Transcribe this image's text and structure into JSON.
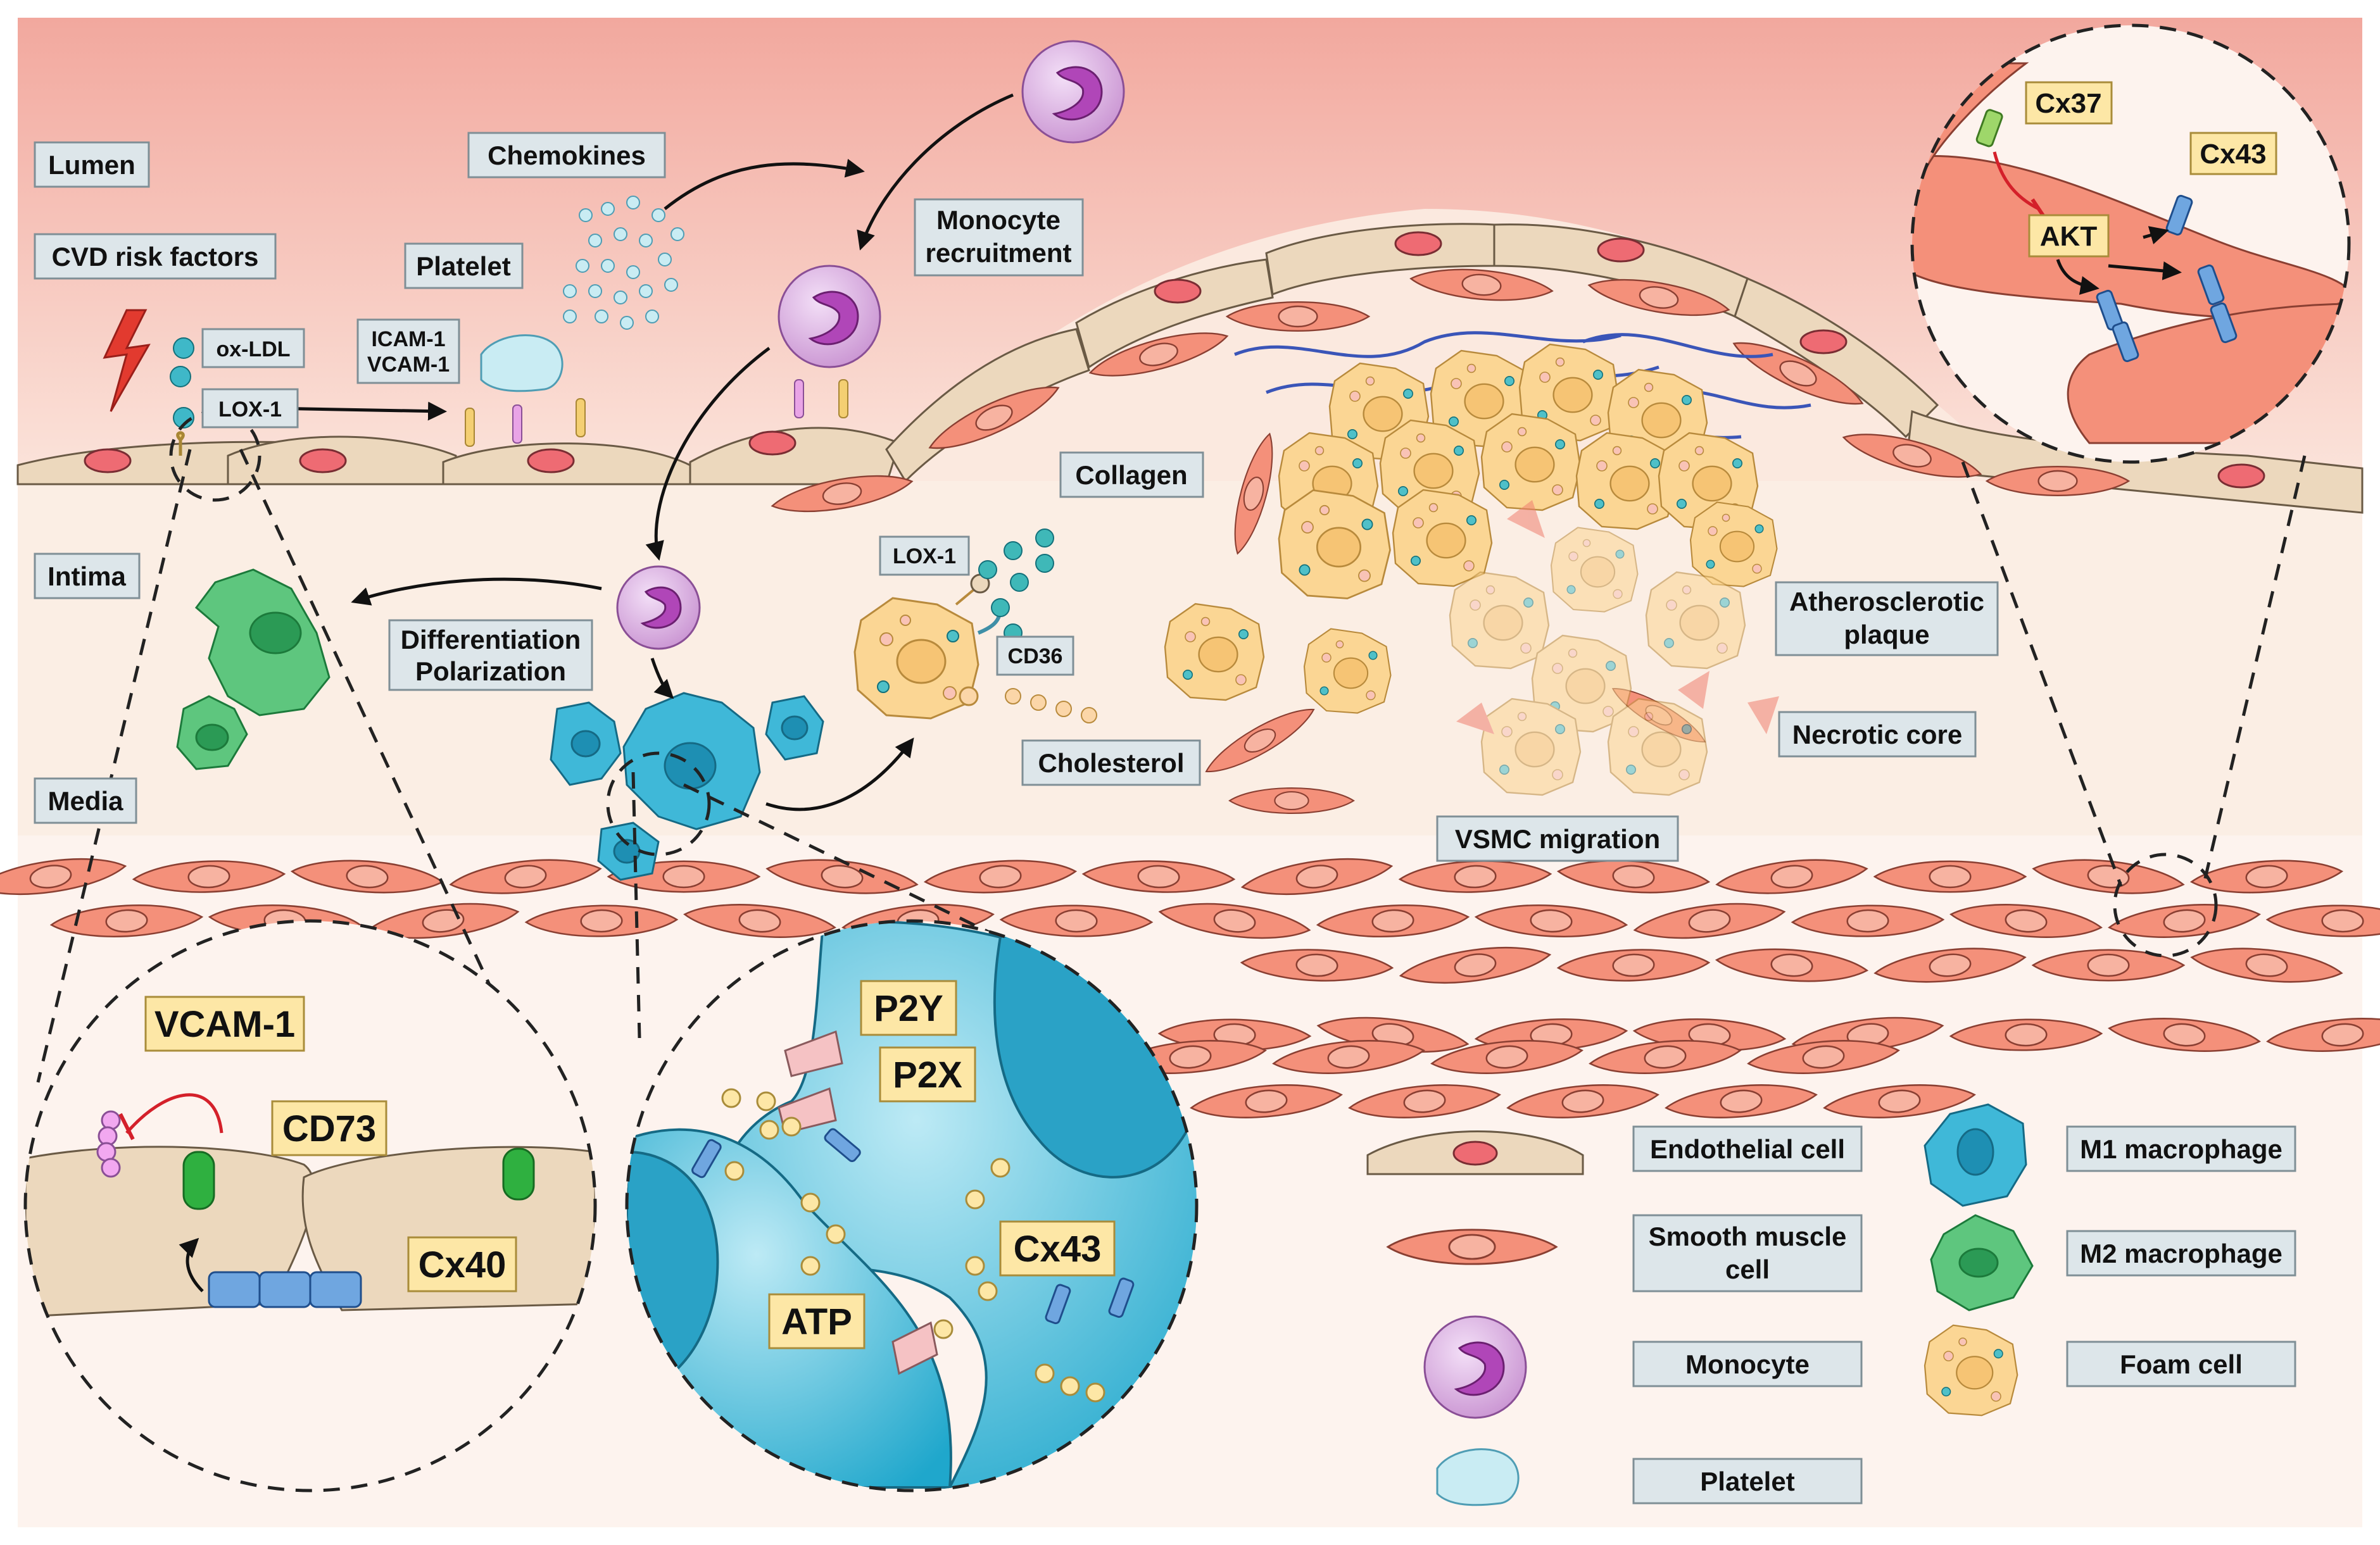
{
  "regions": {
    "lumen": "Lumen",
    "intima": "Intima",
    "media": "Media"
  },
  "labels": {
    "cvd_risk_factors": "CVD risk factors",
    "ox_ldl": "ox-LDL",
    "lox1_top": "LOX-1",
    "platelet": "Platelet",
    "icam1": "ICAM-1",
    "vcam1": "VCAM-1",
    "chemokines": "Chemokines",
    "monocyte_recruitment_1": "Monocyte",
    "monocyte_recruitment_2": "recruitment",
    "collagen": "Collagen",
    "differentiation": "Differentiation",
    "polarization": "Polarization",
    "lox1_foam": "LOX-1",
    "cd36": "CD36",
    "cholesterol": "Cholesterol",
    "atherosclerotic_1": "Atherosclerotic",
    "atherosclerotic_2": "plaque",
    "necrotic_core": "Necrotic core",
    "vsmc_migration": "VSMC migration"
  },
  "inset_endothelial": {
    "vcam1": "VCAM-1",
    "cd73": "CD73",
    "cx40": "Cx40"
  },
  "inset_macrophage": {
    "p2y": "P2Y",
    "p2x": "P2X",
    "cx43": "Cx43",
    "atp": "ATP"
  },
  "inset_smc": {
    "cx37": "Cx37",
    "cx43": "Cx43",
    "akt": "AKT"
  },
  "legend": {
    "endothelial_cell": "Endothelial cell",
    "smooth_muscle_1": "Smooth muscle",
    "smooth_muscle_2": "cell",
    "monocyte": "Monocyte",
    "platelet": "Platelet",
    "m1_macrophage": "M1 macrophage",
    "m2_macrophage": "M2 macrophage",
    "foam_cell": "Foam cell"
  },
  "colors": {
    "lumen_top": "#f2a89e",
    "lumen_bottom": "#fbe9e2",
    "intima": "#fbece1",
    "endothelial": "#ecd8bd",
    "smooth_muscle": "#f4907a",
    "foam_cell": "#fbd694",
    "m1_macrophage": "#3fb8d8",
    "m2_macrophage": "#5ec67e",
    "monocyte": "#dcb4e4",
    "label_box": "#dde6ea",
    "highlight_box": "#fde7a6"
  }
}
